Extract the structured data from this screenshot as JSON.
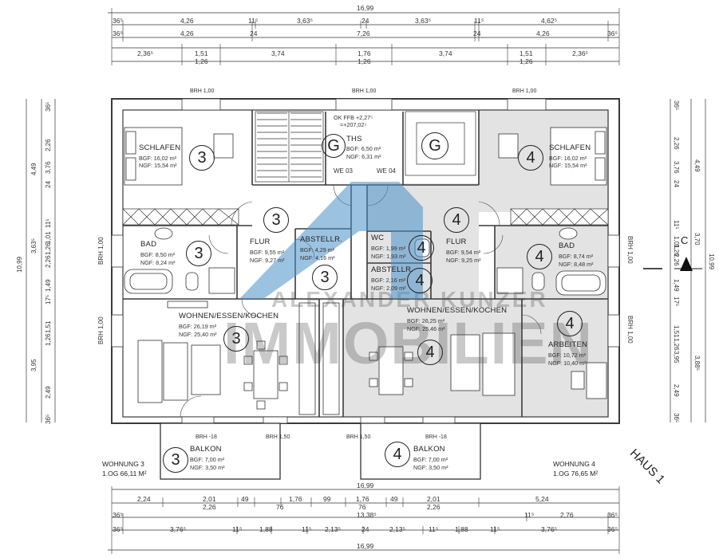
{
  "dims_top": {
    "total_top": "16,99",
    "row1": [
      "36⁵",
      "4,26",
      "11⁵",
      "3,63⁵",
      "24",
      "3,63⁵",
      "11⁵",
      "4,62⁵"
    ],
    "row2": [
      "36⁵",
      "4,26",
      "24",
      "7,26",
      "24",
      "4,26",
      "36⁵"
    ],
    "row3": [
      "2,36⁵",
      "1,51",
      "3,74",
      "1,76",
      "3,74",
      "1,51",
      "2,36⁵"
    ],
    "row3b": [
      "1,26",
      "1,26",
      "1,26"
    ]
  },
  "dims_bottom": {
    "total1": "16,99",
    "row1": [
      "2,24",
      "2,01",
      "49",
      "1,76",
      "99",
      "1,76",
      "49",
      "2,01",
      "5,24"
    ],
    "row1b": [
      "2,26",
      "76",
      "76",
      "2,26"
    ],
    "row2": [
      "36⁵",
      "13,38⁵",
      "11⁵",
      "2,76",
      "36⁵"
    ],
    "row3": [
      "36⁵",
      "3,76⁵",
      "11⁵",
      "1,88",
      "11⁵",
      "2,13⁵",
      "24",
      "2,13⁵",
      "11⁵",
      "1,88",
      "11⁵",
      "3,76⁵",
      "36⁵"
    ],
    "total2": "16,99"
  },
  "dims_left": {
    "total": "10,99",
    "outer": [
      "4,49",
      "3,63⁵",
      "3,95"
    ],
    "inner": [
      "36⁵",
      "2,26",
      "3,76",
      "24",
      "11⁵",
      "1,01",
      "1,26",
      "2,26",
      "1,49",
      "17⁵",
      "1,51",
      "1,26",
      "2,49",
      "36⁵"
    ]
  },
  "dims_right": {
    "total": "10,99",
    "outer": [
      "4,49",
      "3,70",
      "3,88⁵"
    ],
    "inner": [
      "36⁵",
      "2,26",
      "3,76",
      "24",
      "11⁵",
      "1,01",
      "1,26",
      "2,26",
      "1,49",
      "17⁵",
      "1,51",
      "1,26",
      "2,49",
      "36⁵",
      "3,95"
    ]
  },
  "brh": {
    "top": [
      "BRH 1,00",
      "BRH 1,00",
      "BRH 1,00"
    ],
    "left": [
      "BRH 1,00",
      "BRH 1,00"
    ],
    "right": [
      "BRH 1,00",
      "BRH 1,00"
    ],
    "balcony": [
      "BRH -18",
      "BRH 1,50",
      "BRH 1,50",
      "BRH -18"
    ]
  },
  "stair": {
    "okffb": "OK FFB +2,27⁵",
    "elev": "=+207,02⁵",
    "we03": "WE 03",
    "we04": "WE 04",
    "ths_label": "THS",
    "ths_bgf": "BGF: 6,50 m²",
    "ths_ngf": "NGF: 6,31 m²",
    "g": "G"
  },
  "rooms": [
    {
      "id": "schlafen-3",
      "name": "SCHLAFEN",
      "bgf": "BGF: 16,02 m²",
      "ngf": "NGF: 15,54 m²",
      "unit": "3"
    },
    {
      "id": "bad-3",
      "name": "BAD",
      "bgf": "BGF: 8,50 m²",
      "ngf": "NGF: 8,24 m²",
      "unit": "3"
    },
    {
      "id": "flur-3",
      "name": "FLUR",
      "bgf": "BGF: 9,55 m²",
      "ngf": "NGF: 9,27 m²",
      "unit": "3"
    },
    {
      "id": "abstell-3",
      "name": "ABSTELLR.",
      "bgf": "BGF: 4,29 m²",
      "ngf": "NGF: 4,16 m²",
      "unit": "3"
    },
    {
      "id": "wohnen-3",
      "name": "WOHNEN/ESSEN/KOCHEN",
      "bgf": "BGF: 26,19 m²",
      "ngf": "NGF: 25,40 m²",
      "unit": "3"
    },
    {
      "id": "balkon-3",
      "name": "BALKON",
      "bgf": "BGF: 7,00 m²",
      "ngf": "NGF: 3,50 m²",
      "unit": "3"
    },
    {
      "id": "schlafen-4",
      "name": "SCHLAFEN",
      "bgf": "BGF: 16,02 m²",
      "ngf": "NGF: 15,54 m²",
      "unit": "4"
    },
    {
      "id": "bad-4",
      "name": "BAD",
      "bgf": "BGF: 8,74 m²",
      "ngf": "NGF: 8,48 m²",
      "unit": "4"
    },
    {
      "id": "flur-4",
      "name": "FLUR",
      "bgf": "BGF: 9,54 m²",
      "ngf": "NGF: 9,25 m²",
      "unit": "4"
    },
    {
      "id": "wc-4",
      "name": "WC",
      "bgf": "BGF: 1,99 m²",
      "ngf": "NGF: 1,93 m²",
      "unit": "4"
    },
    {
      "id": "abstell-4",
      "name": "ABSTELLR.",
      "bgf": "BGF: 2,16 m²",
      "ngf": "NGF: 2,09 m²",
      "unit": "4"
    },
    {
      "id": "wohnen-4",
      "name": "WOHNEN/ESSEN/KOCHEN",
      "bgf": "BGF: 26,25 m²",
      "ngf": "NGF: 25,46 m²",
      "unit": "4"
    },
    {
      "id": "arbeiten-4",
      "name": "ARBEITEN",
      "bgf": "BGF: 10,72 m²",
      "ngf": "NGF: 10,40 m²",
      "unit": "4"
    },
    {
      "id": "balkon-4",
      "name": "BALKON",
      "bgf": "BGF: 7,00 m²",
      "ngf": "NGF: 3,50 m²",
      "unit": "4"
    }
  ],
  "units": {
    "w3_name": "WOHNUNG 3",
    "w3_area": "1.OG 66,11 M²",
    "w4_name": "WOHNUNG 4",
    "w4_area": "1.OG 76,65 M²"
  },
  "haus": "HAUS 1",
  "section_mark": "C",
  "watermark": {
    "line1": "ALEXANDER KUNZER",
    "line2": "IMMOBILIEN"
  },
  "colors": {
    "unit4_fill": "#e3e3e3",
    "wall": "#3a3a3a",
    "watermark_blue": "#4a90c8"
  }
}
